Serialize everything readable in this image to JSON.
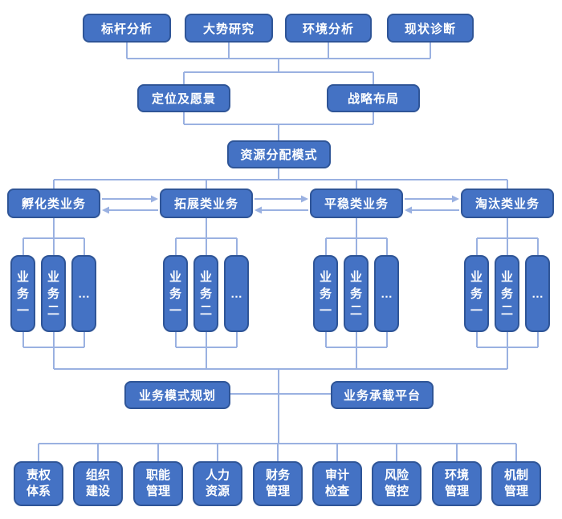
{
  "colors": {
    "box_fill": "#4472c4",
    "box_border": "#2f5597",
    "box_text": "#ffffff",
    "connector": "#9ab1e1"
  },
  "nodes": {
    "analysis": [
      "标杆分析",
      "大势研究",
      "环境分析",
      "现状诊断"
    ],
    "strategy": [
      "定位及愿景",
      "战略布局"
    ],
    "resource_allocation": "资源分配模式",
    "categories": [
      "孵化类业务",
      "拓展类业务",
      "平稳类业务",
      "淘汰类业务"
    ],
    "groups": [
      [
        "业务一",
        "业务二",
        "…"
      ],
      [
        "业务一",
        "业务二",
        "…"
      ],
      [
        "业务一",
        "业务二",
        "…"
      ],
      [
        "业务一",
        "业务二",
        "…"
      ]
    ],
    "platforms": [
      "业务模式规划",
      "业务承载平台"
    ],
    "supports": [
      "责权体系",
      "组织建设",
      "职能管理",
      "人力资源",
      "财务管理",
      "审计检查",
      "风险管控",
      "环境管理",
      "机制管理"
    ]
  }
}
